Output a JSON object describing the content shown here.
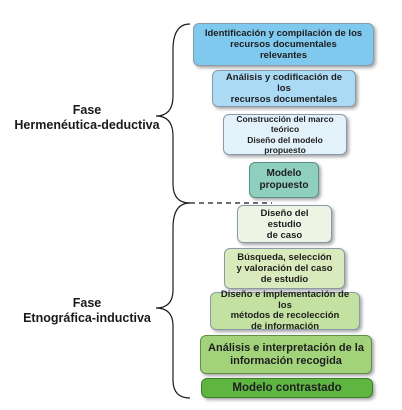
{
  "phases": [
    {
      "lines": [
        "Fase",
        "Hermenéutica-deductiva"
      ]
    },
    {
      "lines": [
        "Fase",
        "Etnográfica-inductiva"
      ]
    }
  ],
  "steps": [
    {
      "text": "Identificación y compilación de los\nrecursos documentales\nrelevantes",
      "color": "#7fc8ee"
    },
    {
      "text": "Análisis y codificación de los\nrecursos documentales",
      "color": "#abdaf5"
    },
    {
      "text": "Construcción del marco teórico\nDiseño del modelo propuesto",
      "color": "#e3f1fb"
    },
    {
      "text": "Modelo\npropuesto",
      "color": "#8fcfbd"
    },
    {
      "text": "Diseño del estudio\nde caso",
      "color": "#eef4e4"
    },
    {
      "text": "Búsqueda, selección\ny valoración del caso\nde estudio",
      "color": "#d9ebbd"
    },
    {
      "text": "Diseño e implementación de los\nmétodos de recolección\nde información",
      "color": "#c3e1a0"
    },
    {
      "text": "Análisis e interpretación de la\ninformación recogida",
      "color": "#a2d37a"
    },
    {
      "text": "Modelo contrastado",
      "color": "#5eb542"
    }
  ]
}
